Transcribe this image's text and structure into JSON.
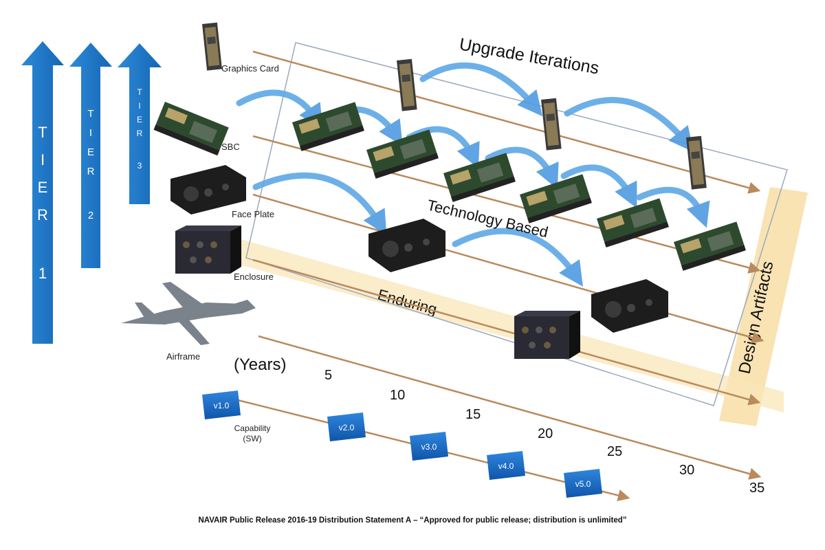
{
  "tiers": [
    {
      "label": "TIER 1",
      "chars": [
        "T",
        "I",
        "E",
        "R",
        "1"
      ]
    },
    {
      "label": "TIER 2",
      "chars": [
        "T",
        "I",
        "E",
        "R",
        "2"
      ]
    },
    {
      "label": "TIER 3",
      "chars": [
        "T",
        "I",
        "E",
        "R",
        "3"
      ]
    }
  ],
  "components": {
    "graphics_card": "Graphics Card",
    "sbc": "SBC",
    "face_plate": "Face Plate",
    "enclosure": "Enclosure",
    "airframe": "Airframe"
  },
  "regions": {
    "upgrade_iterations": "Upgrade Iterations",
    "technology_based": "Technology Based",
    "enduring": "Enduring",
    "design_artifacts": "Design Artifacts"
  },
  "timeline": {
    "unit_label": "(Years)",
    "years": [
      "5",
      "10",
      "15",
      "20",
      "25",
      "30",
      "35"
    ]
  },
  "capability": {
    "label_line1": "Capability",
    "label_line2": "(SW)",
    "versions": [
      "v1.0",
      "v2.0",
      "v3.0",
      "v4.0",
      "v5.0"
    ]
  },
  "colors": {
    "tier_blue": "#1b78c6",
    "arc_blue": "#5ea8e6",
    "timeline_brown": "#b98a5c",
    "enduring_band": "#f9e6b8",
    "design_band": "#f7d999",
    "frame_gray": "#9aa8bd",
    "version_blue": "#1568c4"
  },
  "footer": "NAVAIR Public Release 2016-19 Distribution Statement A – “Approved for public release; distribution is unlimited”"
}
